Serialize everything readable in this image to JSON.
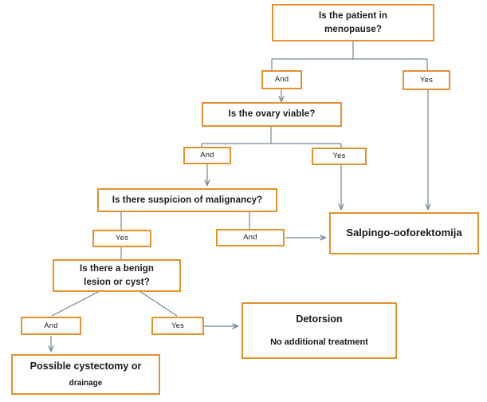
{
  "diagram": {
    "title": "Ovarian torsion management decision flowchart",
    "colors": {
      "node_border": "#e5912e",
      "node_fill": "#ffffff",
      "connector": "#70879b",
      "text": "#1a1a1a",
      "background": "#ffffff"
    },
    "nodes": {
      "menopause_question": {
        "line1": "Is the patient in",
        "line2": "menopause?"
      },
      "menopause_and": {
        "label": "And"
      },
      "menopause_yes": {
        "label": "Yes"
      },
      "ovary_viable_question": {
        "line1": "Is the ovary viable?"
      },
      "ovary_and": {
        "label": "And"
      },
      "ovary_yes": {
        "label": "Yes"
      },
      "malignancy_question": {
        "line1": "Is there suspicion of malignancy?"
      },
      "malignancy_yes": {
        "label": "Yes"
      },
      "malignancy_and": {
        "label": "And"
      },
      "salpingo": {
        "line1": "Salpingo-ooforektomija"
      },
      "benign_question": {
        "line1": "Is there a benign",
        "line2": "lesion or cyst?"
      },
      "benign_and": {
        "label": "And"
      },
      "benign_yes": {
        "label": "Yes"
      },
      "detorsion": {
        "line1": "Detorsion",
        "line2": "No additional treatment"
      },
      "cystectomy": {
        "line1": "Possible cystectomy or",
        "line2": "drainage"
      }
    }
  }
}
